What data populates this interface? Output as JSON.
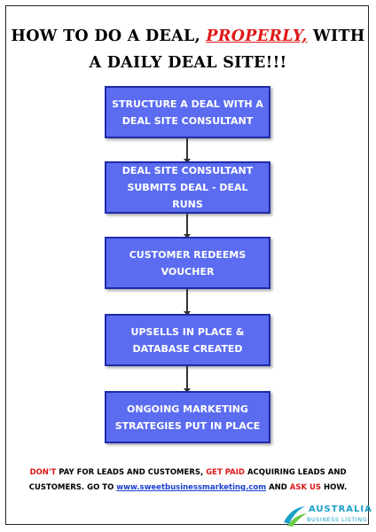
{
  "title": {
    "line1_before": "HOW TO DO A DEAL, ",
    "line1_emphasis": "PROPERLY,",
    "line1_after": " WITH",
    "line2": "A DAILY DEAL SITE!!!"
  },
  "steps": [
    {
      "line1": "STRUCTURE A DEAL WITH A",
      "line2": "DEAL SITE CONSULTANT"
    },
    {
      "line1": "DEAL SITE CONSULTANT",
      "line2": "SUBMITS DEAL - DEAL RUNS"
    },
    {
      "line1": "CUSTOMER REDEEMS",
      "line2": "VOUCHER"
    },
    {
      "line1": "UPSELLS IN PLACE &",
      "line2": "DATABASE CREATED"
    },
    {
      "line1": "ONGOING MARKETING",
      "line2": "STRATEGIES PUT IN PLACE"
    }
  ],
  "footer": {
    "dont": "DON'T",
    "part1": " PAY FOR LEADS AND CUSTOMERS, ",
    "get_paid": "GET PAID",
    "part2": " ACQUIRING LEADS AND",
    "part3": "CUSTOMERS. GO TO ",
    "link": "www.sweetbusinessmarketing.com",
    "part4": " AND ",
    "ask_us": "ASK US",
    "part5": " HOW."
  },
  "logo": {
    "name": "AUSTRALIA",
    "tagline": "BUSINESS LISTING"
  },
  "colors": {
    "box_fill": "#5b6cf0",
    "box_border": "#1f2aa8",
    "accent_red": "#e01818",
    "link_blue": "#1a3fd1"
  }
}
